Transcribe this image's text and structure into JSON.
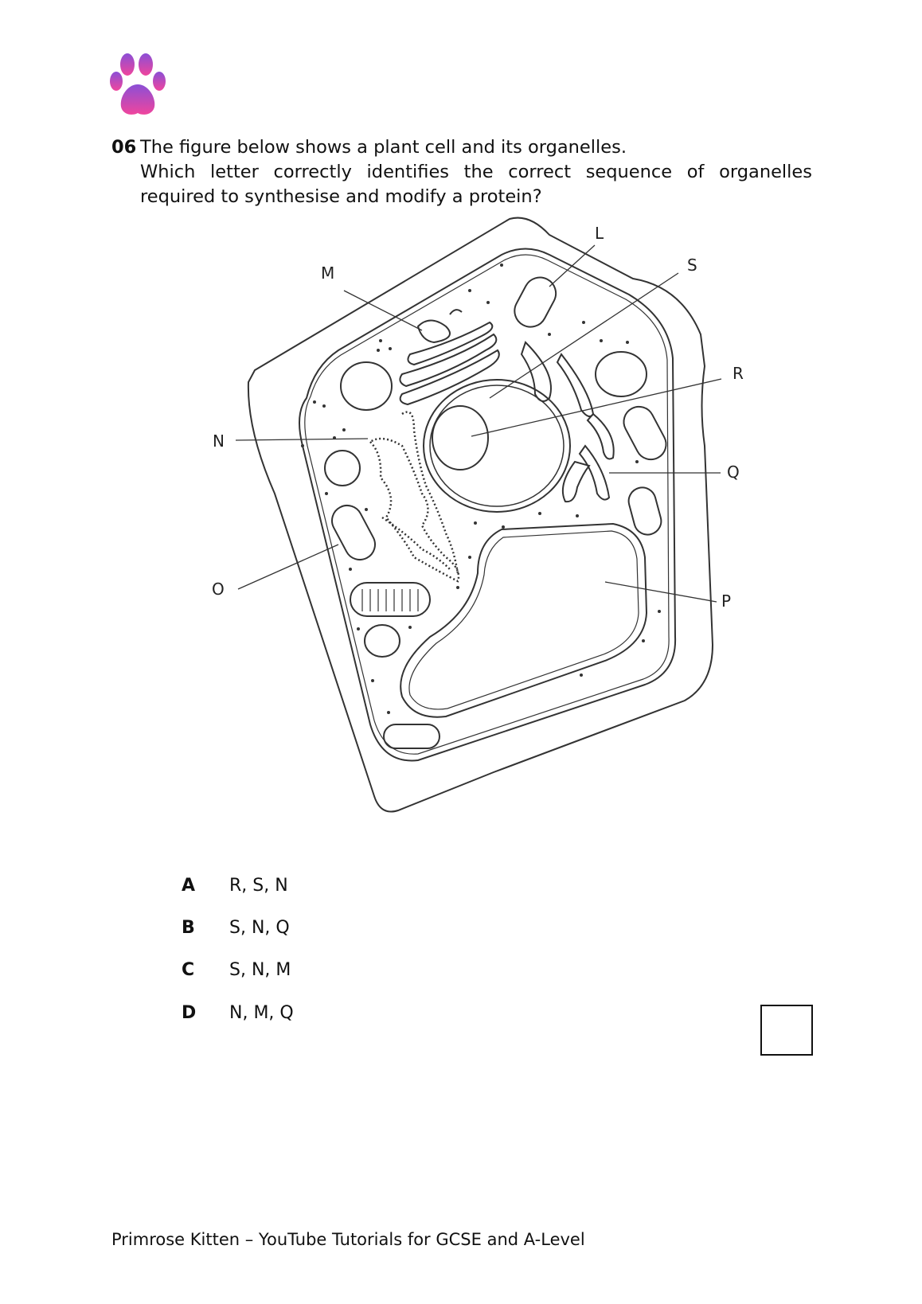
{
  "question": {
    "number": "06",
    "lines": [
      "The figure below shows a plant cell and its organelles.",
      "Which letter correctly identifies the correct sequence of organelles",
      "required to synthesise and modify a protein?"
    ]
  },
  "diagram": {
    "labels": {
      "L": "L",
      "M": "M",
      "N": "N",
      "O": "O",
      "P": "P",
      "Q": "Q",
      "R": "R",
      "S": "S"
    }
  },
  "options": [
    {
      "letter": "A",
      "text": "R, S, N"
    },
    {
      "letter": "B",
      "text": "S, N, Q"
    },
    {
      "letter": "C",
      "text": "S, N, M"
    },
    {
      "letter": "D",
      "text": "N, M, Q"
    }
  ],
  "footer": {
    "text": "Primrose Kitten – YouTube Tutorials for GCSE and A-Level"
  },
  "colors": {
    "logo_top": "#8b4fd6",
    "logo_bottom": "#f0459d"
  }
}
